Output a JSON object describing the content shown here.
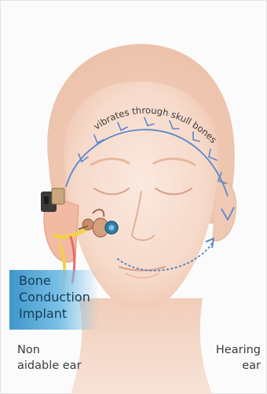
{
  "diagram": {
    "arc_label": "vibrates through skull bones",
    "implant_label": [
      "Bone",
      "Conduction",
      "Implant"
    ],
    "left_label": [
      "Non",
      "aidable ear"
    ],
    "right_label": [
      "Hearing",
      "ear"
    ]
  },
  "colors": {
    "skin": "#f6d9c9",
    "skin_shadow": "#eebfa6",
    "arrow_blue": "#4f7fc7",
    "implant_blue": "#3f96c9",
    "label_text": "#3b3b3b"
  }
}
